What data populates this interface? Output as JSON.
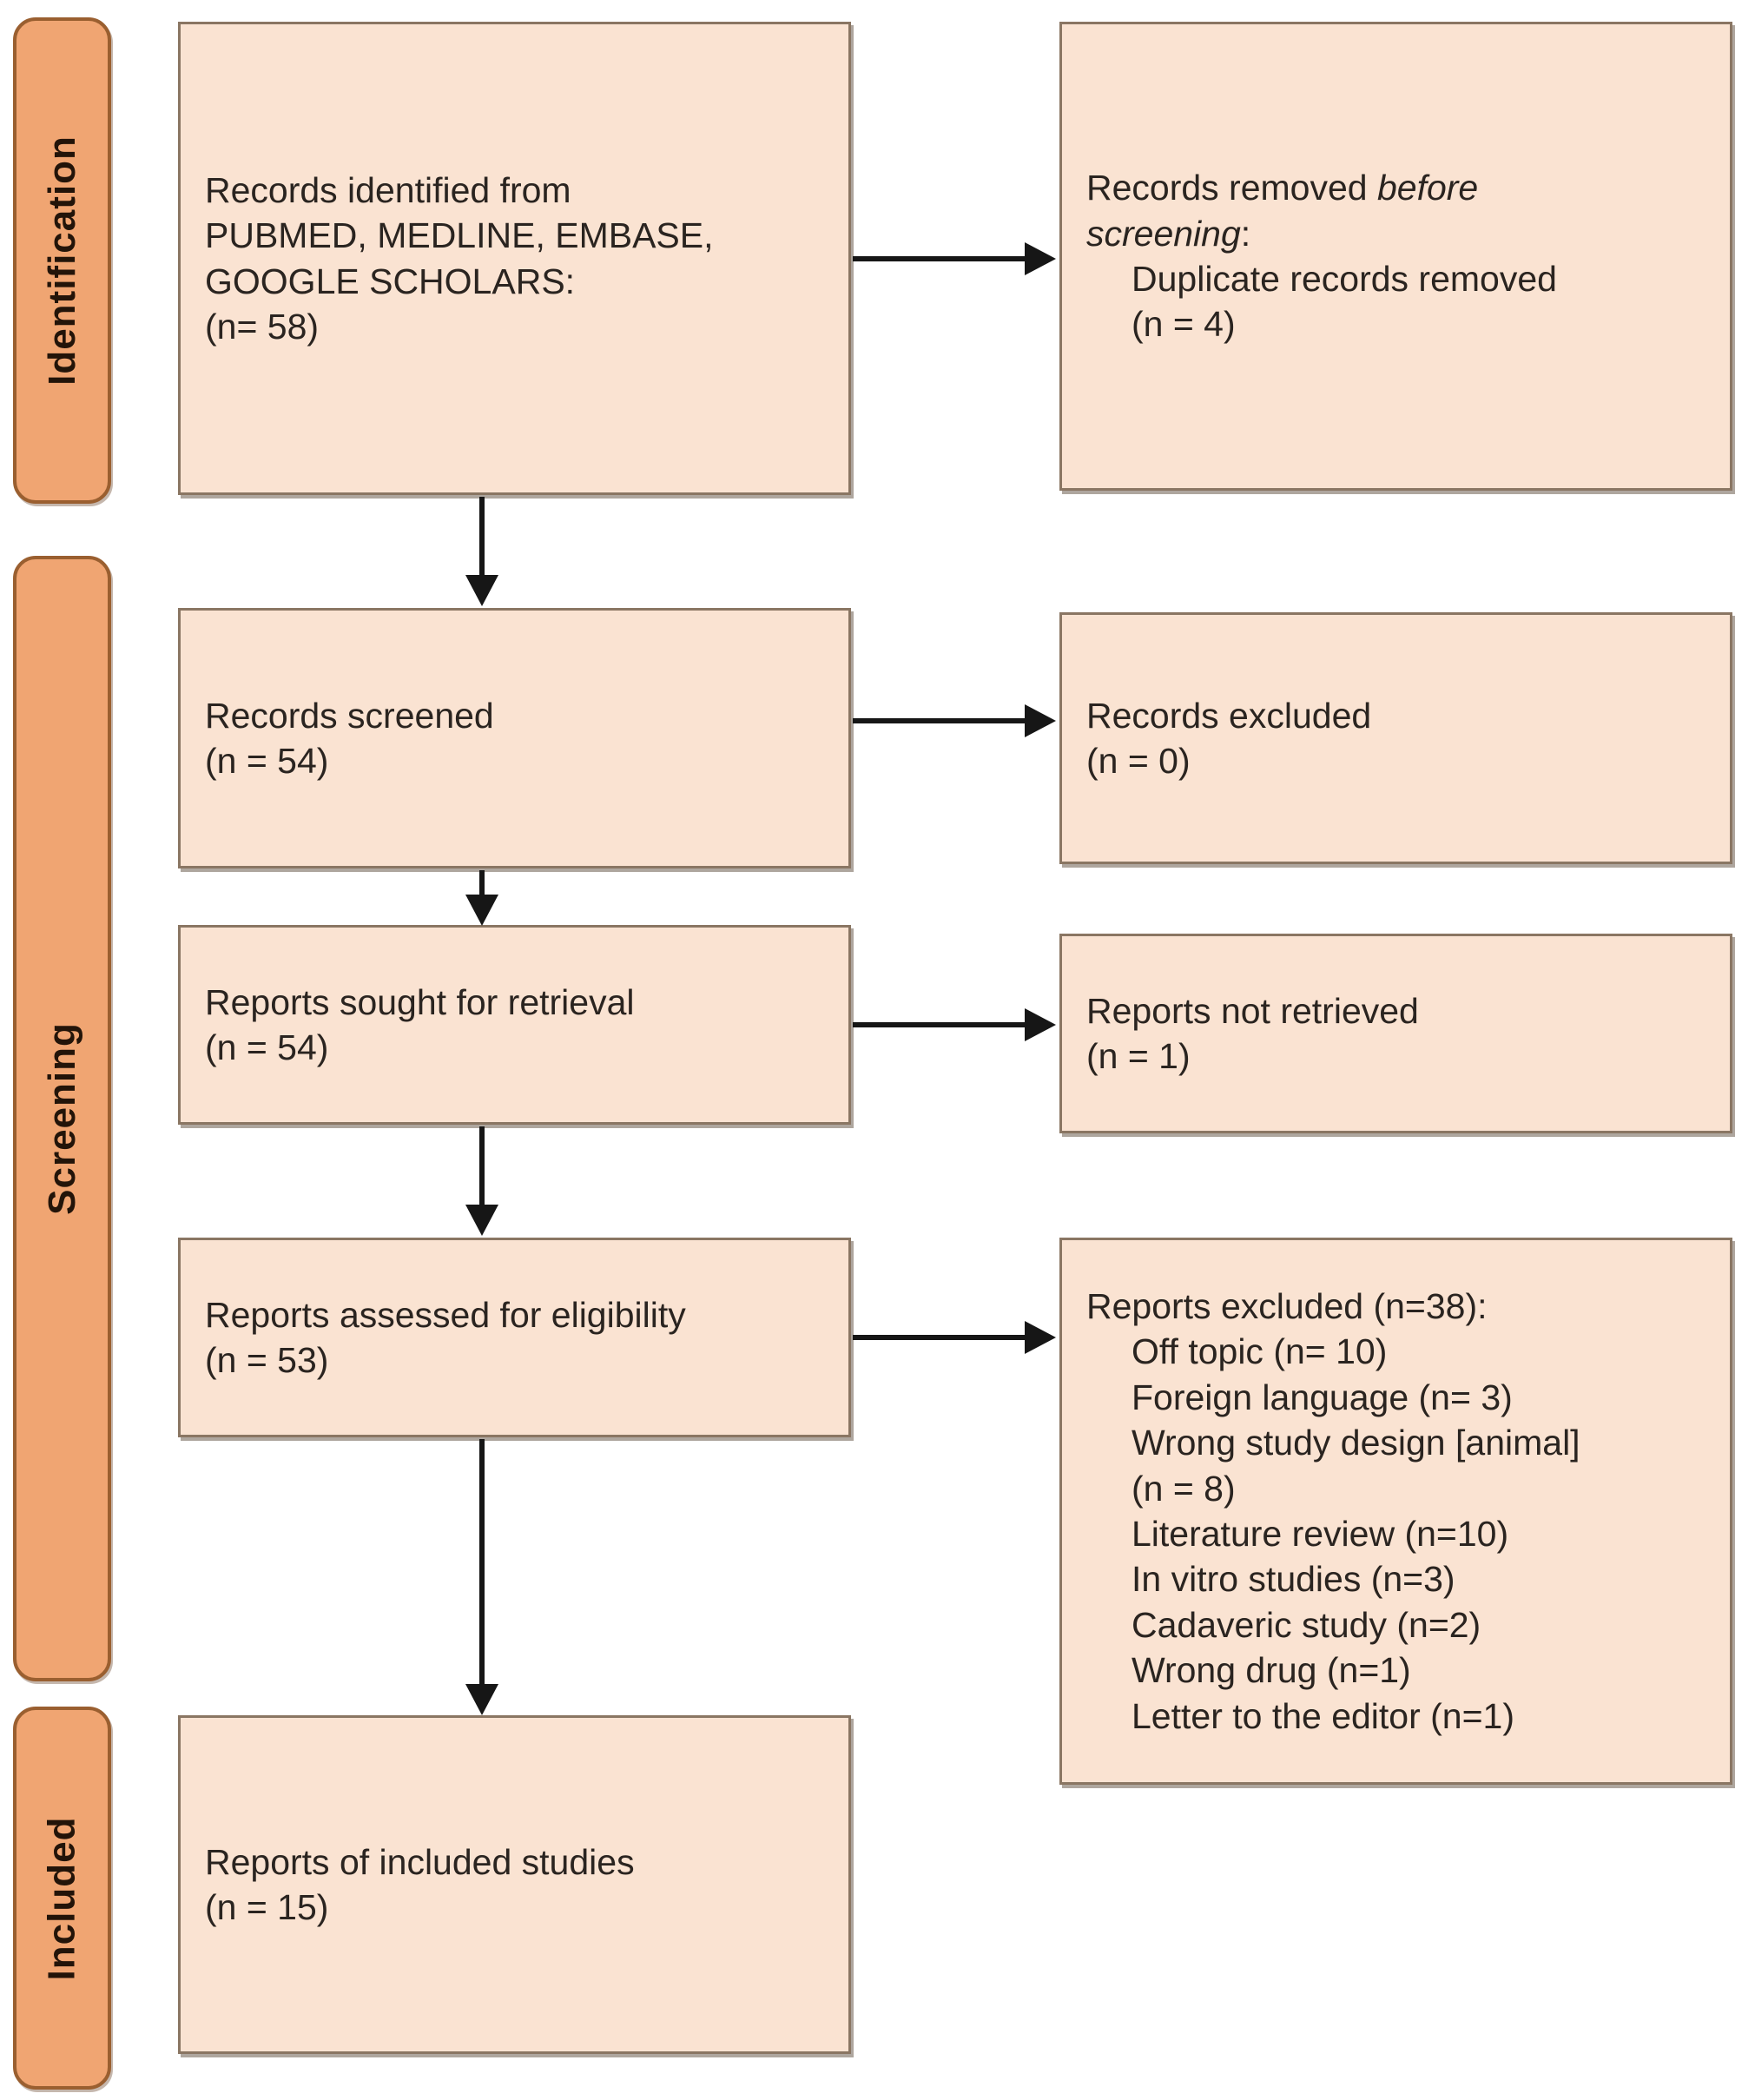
{
  "colors": {
    "box_fill": "#FAE3D2",
    "box_border": "#8A7663",
    "tab_fill": "#F0A572",
    "tab_border": "#9A5F30",
    "arrow": "#161616",
    "text": "#2A2420",
    "background": "#FFFFFF"
  },
  "sidebar": {
    "identification_label": "Identification",
    "screening_label": "Screening",
    "included_label": "Included"
  },
  "boxes": {
    "records_identified": {
      "lines": [
        "Records identified from",
        "PUBMED, MEDLINE, EMBASE,",
        "GOOGLE SCHOLARS:",
        "(n= 58)"
      ]
    },
    "records_removed": {
      "line1_prefix": "Records removed ",
      "line1_italic": "before",
      "line2_italic": "screening",
      "line2_suffix": ":",
      "indent_lines": [
        "Duplicate records removed",
        "(n = 4)"
      ]
    },
    "records_screened": {
      "lines": [
        "Records screened",
        "(n = 54)"
      ]
    },
    "records_excluded": {
      "lines": [
        "Records excluded",
        "(n = 0)"
      ]
    },
    "reports_sought": {
      "lines": [
        "Reports sought for retrieval",
        "(n = 54)"
      ]
    },
    "reports_not_retrieved": {
      "lines": [
        "Reports not retrieved",
        "(n = 1)"
      ]
    },
    "reports_assessed": {
      "lines": [
        "Reports assessed for eligibility",
        "(n = 53)"
      ]
    },
    "reports_excluded": {
      "title": "Reports excluded (n=38):",
      "indent_lines": [
        "Off topic (n= 10)",
        "Foreign language (n= 3)",
        "Wrong study design [animal]",
        "(n = 8)",
        "Literature review (n=10)",
        "In vitro studies (n=3)",
        "Cadaveric study (n=2)",
        "Wrong drug (n=1)",
        "Letter to the editor (n=1)"
      ]
    },
    "reports_included": {
      "lines": [
        "Reports of included studies",
        "(n = 15)"
      ]
    }
  }
}
